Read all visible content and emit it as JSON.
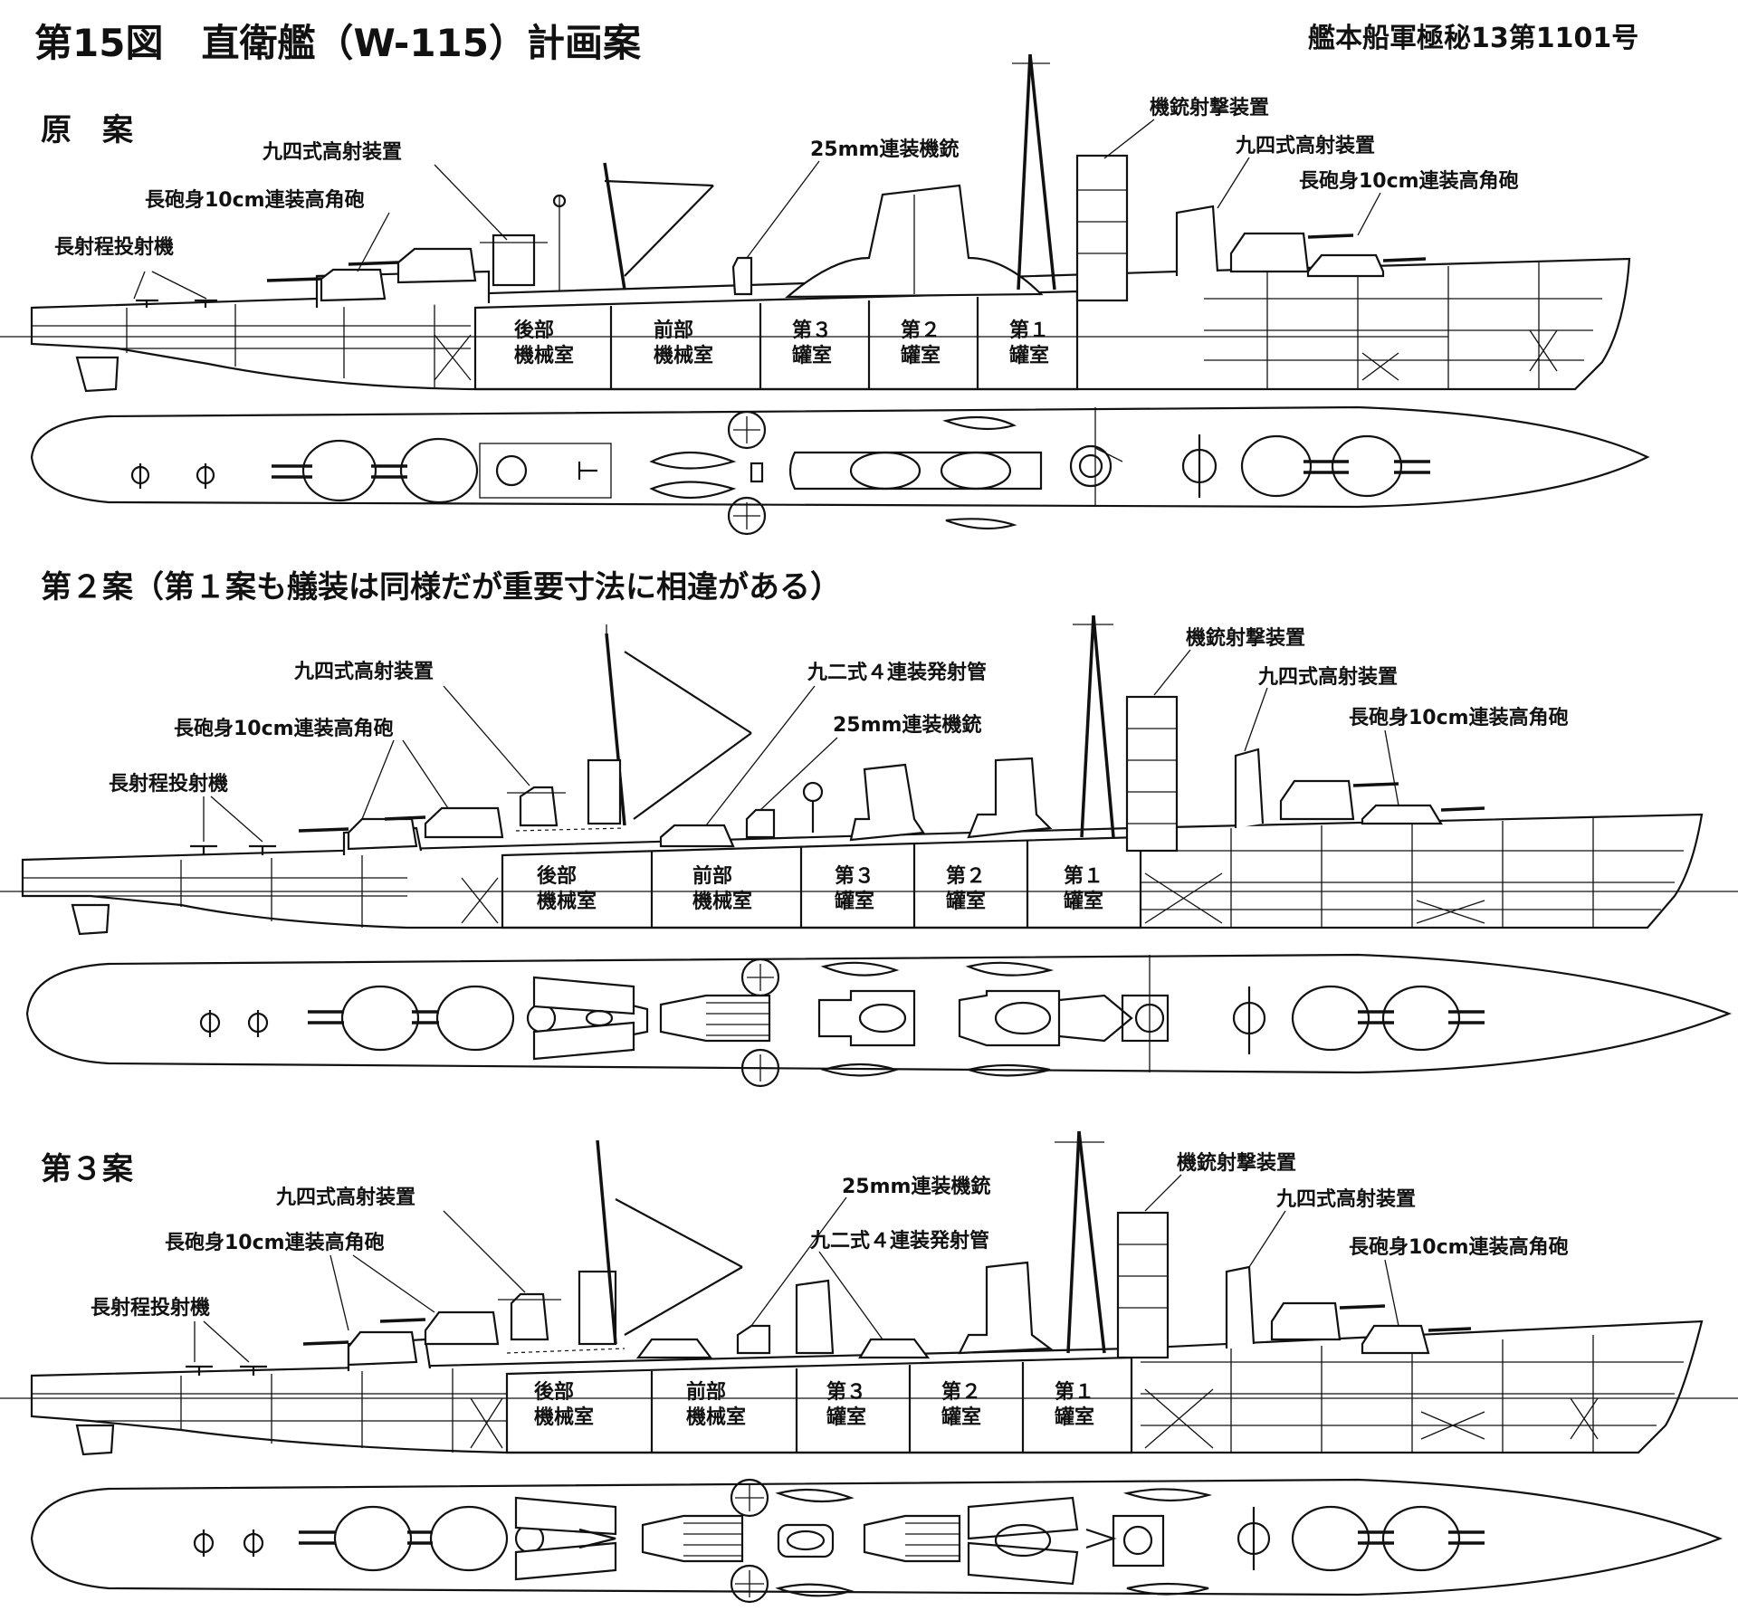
{
  "figure_title": "第15図　直衛艦（W-115）計画案",
  "document_ref": "艦本船軍極秘13第1101号",
  "variants": [
    {
      "heading": "原　案",
      "labels": {
        "long_range_catapult": "長射程投射機",
        "aft_gun": "長砲身10cm連装高角砲",
        "aft_director": "九四式高射装置",
        "mg_25mm": "25mm連装機銃",
        "mg_director": "機銃射撃装置",
        "fwd_director": "九四式高射装置",
        "fwd_gun": "長砲身10cm連装高角砲"
      },
      "rooms": [
        {
          "line1": "後部",
          "line2": "機械室"
        },
        {
          "line1": "前部",
          "line2": "機械室"
        },
        {
          "line1": "第３",
          "line2": "罐室"
        },
        {
          "line1": "第２",
          "line2": "罐室"
        },
        {
          "line1": "第１",
          "line2": "罐室"
        }
      ]
    },
    {
      "heading": "第２案（第１案も艤装は同様だが重要寸法に相違がある）",
      "labels": {
        "long_range_catapult": "長射程投射機",
        "aft_gun": "長砲身10cm連装高角砲",
        "aft_director": "九四式高射装置",
        "torpedo": "九二式４連装発射管",
        "mg_25mm": "25mm連装機銃",
        "mg_director": "機銃射撃装置",
        "fwd_director": "九四式高射装置",
        "fwd_gun": "長砲身10cm連装高角砲"
      },
      "rooms": [
        {
          "line1": "後部",
          "line2": "機械室"
        },
        {
          "line1": "前部",
          "line2": "機械室"
        },
        {
          "line1": "第３",
          "line2": "罐室"
        },
        {
          "line1": "第２",
          "line2": "罐室"
        },
        {
          "line1": "第１",
          "line2": "罐室"
        }
      ]
    },
    {
      "heading": "第３案",
      "labels": {
        "long_range_catapult": "長射程投射機",
        "aft_gun": "長砲身10cm連装高角砲",
        "aft_director": "九四式高射装置",
        "mg_25mm": "25mm連装機銃",
        "torpedo": "九二式４連装発射管",
        "mg_director": "機銃射撃装置",
        "fwd_director": "九四式高射装置",
        "fwd_gun": "長砲身10cm連装高角砲"
      },
      "rooms": [
        {
          "line1": "後部",
          "line2": "機械室"
        },
        {
          "line1": "前部",
          "line2": "機械室"
        },
        {
          "line1": "第３",
          "line2": "罐室"
        },
        {
          "line1": "第２",
          "line2": "罐室"
        },
        {
          "line1": "第１",
          "line2": "罐室"
        }
      ]
    }
  ]
}
